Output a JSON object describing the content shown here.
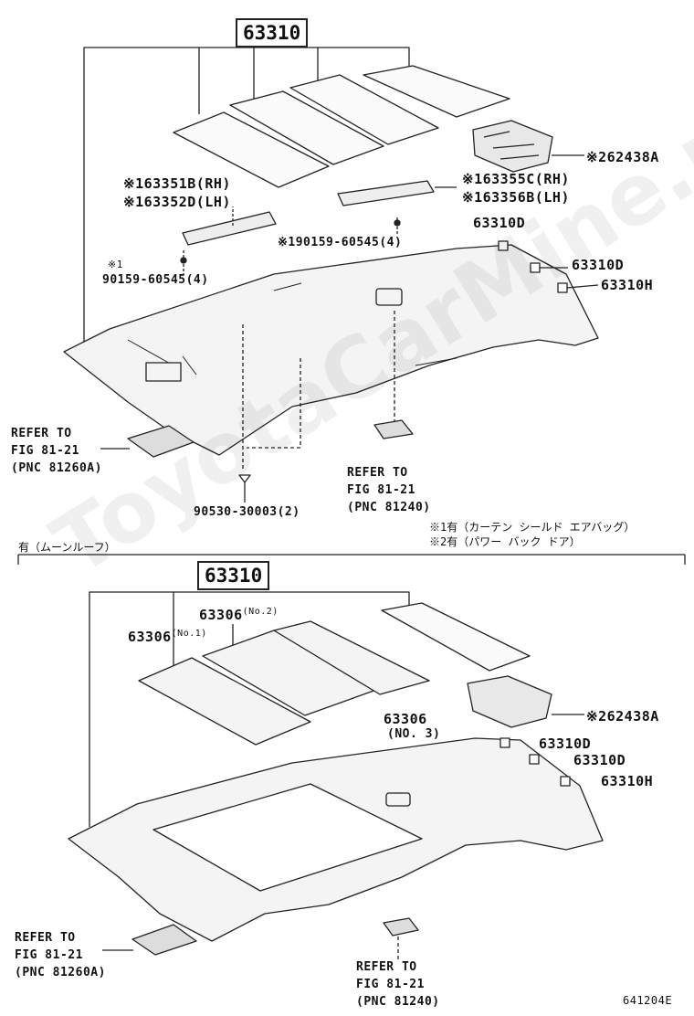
{
  "top": {
    "main_part": "63310",
    "pad_part": "62438A",
    "pad_mark": "※2",
    "visor_rh_mark": "※1",
    "visor_rh": "63351B(RH)",
    "visor_lh_mark": "※1",
    "visor_lh": "63352D(LH)",
    "visor2_rh_mark": "※1",
    "visor2_rh": "63355C(RH)",
    "visor2_lh_mark": "※1",
    "visor2_lh": "63356B(LH)",
    "screw_a_mark": "※1",
    "screw_a": "90159-60545(4)",
    "screw_b_mark": "※1",
    "screw_b": "90159-60545(4)",
    "clip_d1": "63310D",
    "clip_d2": "63310D",
    "clip_h": "63310H",
    "refer_left": [
      "REFER TO",
      "FIG 81-21",
      "(PNC 81260A)"
    ],
    "refer_center": [
      "REFER TO",
      "FIG 81-21",
      "(PNC 81240)"
    ],
    "clip_bottom": "90530-30003(2)",
    "note1": "※1有（カーテン シールド エアバッグ）",
    "note2": "※2有（パワー バック ドア）"
  },
  "bottom": {
    "section_label": "有（ムーンルーフ）",
    "main_part": "63310",
    "panel_no2": "63306",
    "panel_no2_sub": "(No.2)",
    "panel_no1": "63306",
    "panel_no1_sub": "(No.1)",
    "panel_no3": "63306",
    "panel_no3_sub": "(NO. 3)",
    "pad_mark": "※2",
    "pad_part": "62438A",
    "clip_d1": "63310D",
    "clip_d2": "63310D",
    "clip_h": "63310H",
    "refer_left": [
      "REFER TO",
      "FIG 81-21",
      "(PNC 81260A)"
    ],
    "refer_center": [
      "REFER TO",
      "FIG 81-21",
      "(PNC 81240)"
    ]
  },
  "figure_code": "641204E",
  "watermark": "ToyotaCarMine.ru",
  "colors": {
    "line": "#222222",
    "fill": "#f2f2f2",
    "box_border": "#222222"
  }
}
